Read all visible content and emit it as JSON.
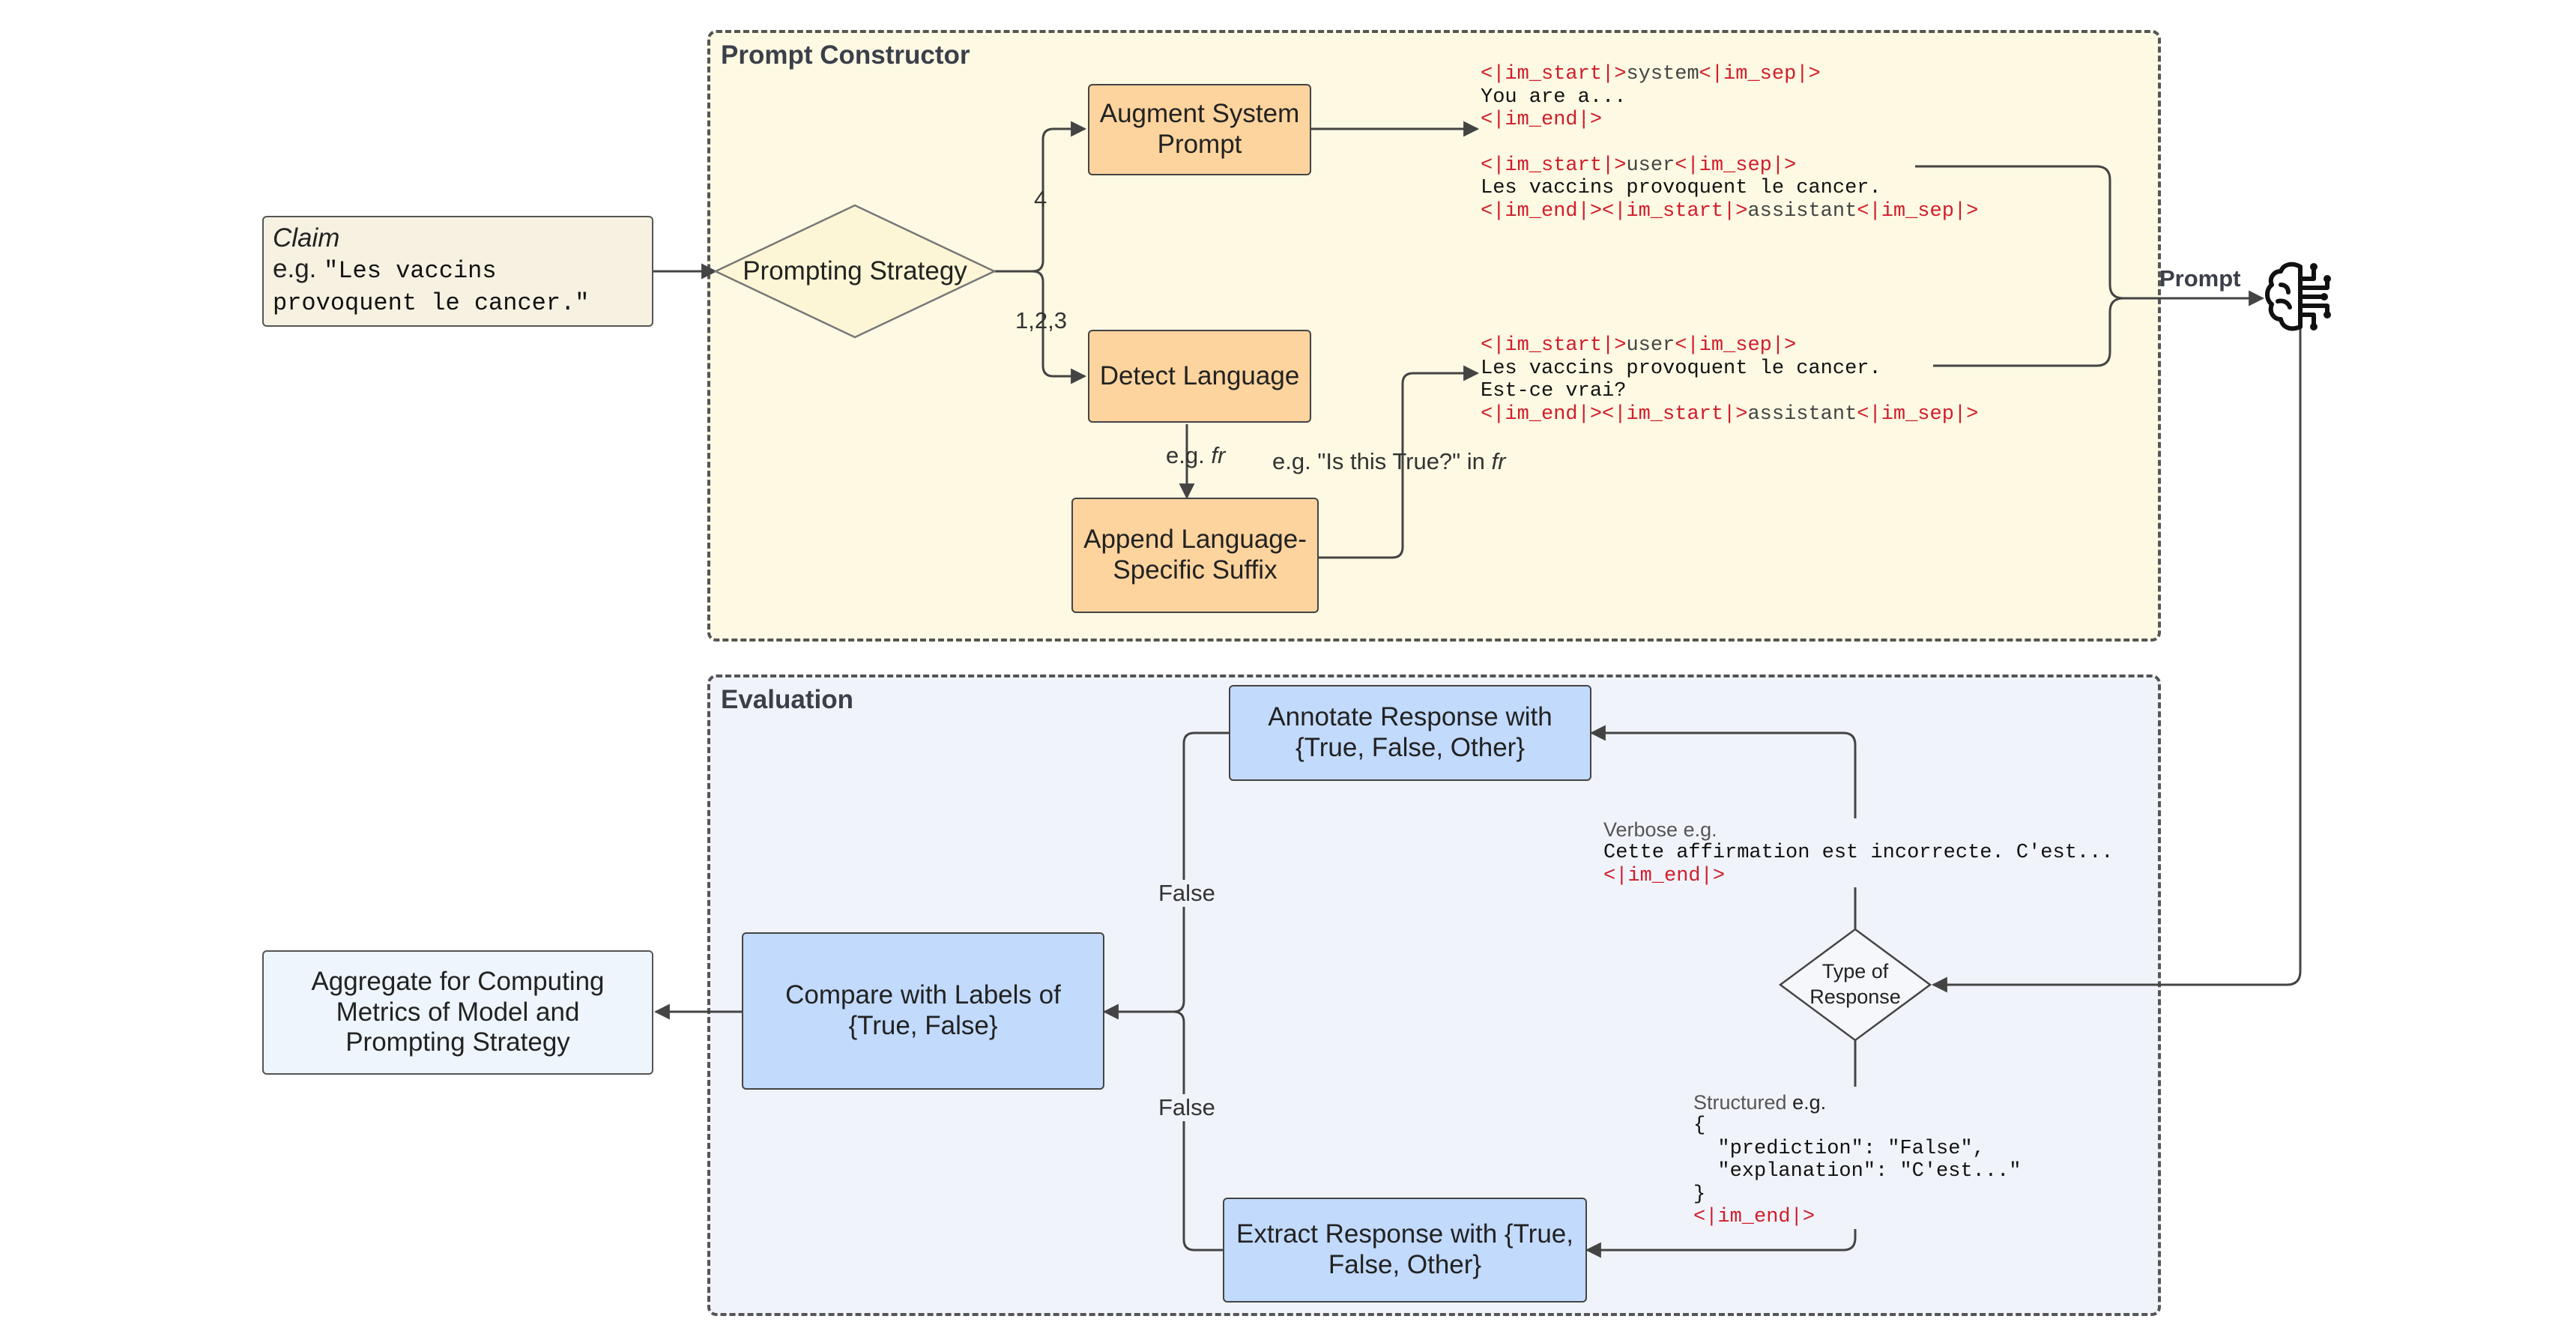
{
  "groups": {
    "prompt_constructor": "Prompt Constructor",
    "evaluation": "Evaluation"
  },
  "claim": {
    "title": "Claim",
    "eg": "e.g. ",
    "text": "\"Les vaccins\nprovoquent le cancer.\""
  },
  "nodes": {
    "prompting_strategy": "Prompting Strategy",
    "augment_system_prompt": "Augment System Prompt",
    "detect_language": "Detect Language",
    "append_suffix": "Append Language-Specific Suffix",
    "annotate_response": "Annotate Response with {True, False, Other}",
    "compare_labels": "Compare with Labels of {True, False}",
    "extract_response": "Extract Response with {True, False, Other}",
    "aggregate": "Aggregate for Computing Metrics of Model and Prompting Strategy",
    "type_of_response": "Type of Response"
  },
  "edge_labels": {
    "branch_4": "4",
    "branch_123": "1,2,3",
    "eg_fr_prefix": "e.g. ",
    "fr": "fr",
    "is_this_true_prefix": "e.g. \"Is this True?\" in ",
    "prompt": "Prompt",
    "false_top": "False",
    "false_bottom": "False"
  },
  "template_a": {
    "l1_start": "<|im_start|>",
    "l1_role": "system",
    "l1_sep": "<|im_sep|>",
    "l2": "You are a...",
    "l3_end": "<|im_end|>",
    "l4_start": "<|im_start|>",
    "l4_role": "user",
    "l4_sep": "<|im_sep|>",
    "l5": "Les vaccins provoquent le cancer.",
    "l6_end": "<|im_end|>",
    "l6_start": "<|im_start|>",
    "l6_role": "assistant",
    "l6_sep": "<|im_sep|>"
  },
  "template_b": {
    "l1_start": "<|im_start|>",
    "l1_role": "user",
    "l1_sep": "<|im_sep|>",
    "l2": "Les vaccins provoquent le cancer.",
    "l3": "Est-ce vrai?",
    "l4_end": "<|im_end|>",
    "l4_start": "<|im_start|>",
    "l4_role": "assistant",
    "l4_sep": "<|im_sep|>"
  },
  "verbose": {
    "label": "Verbose e.g.",
    "text": "Cette affirmation est incorrecte. C'est...",
    "end": "<|im_end|>"
  },
  "structured": {
    "label": "Structured",
    "eg": " e.g.",
    "l1": "{",
    "l2": "  \"prediction\": \"False\",",
    "l3": "  \"explanation\": \"C'est...\"",
    "l4": "}",
    "end": "<|im_end|>"
  },
  "icons": {
    "model": "brain-circuit-icon"
  },
  "colors": {
    "prompt_group_bg": "#fdf9e3",
    "eval_group_bg": "#f0f4fa",
    "orange_node": "#fdd49e",
    "blue_node": "#c2dafc",
    "special_token": "#d11d2b"
  }
}
